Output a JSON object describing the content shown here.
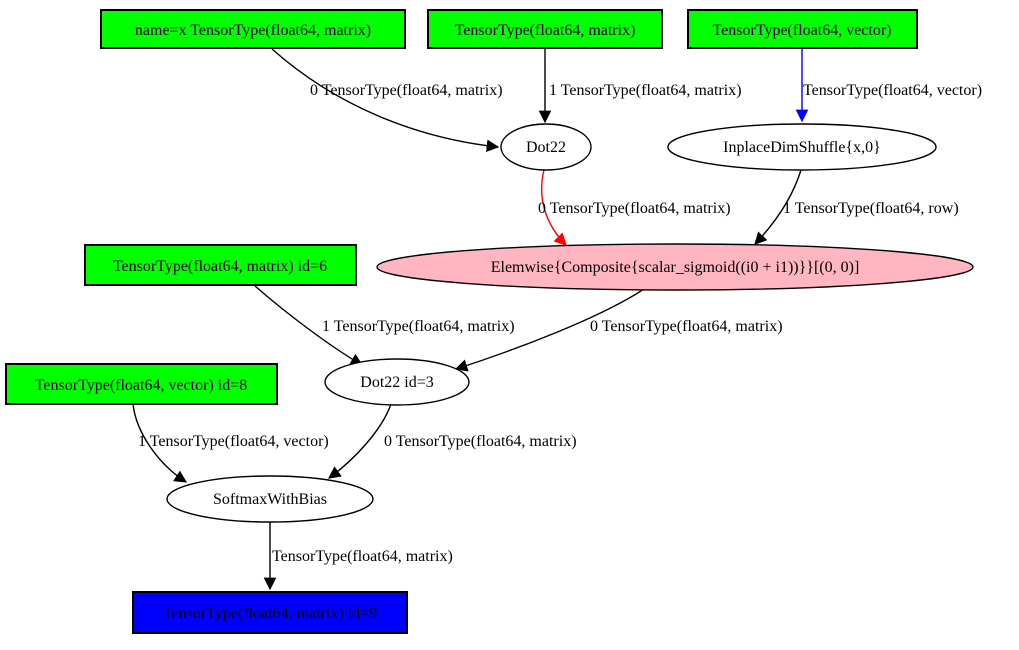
{
  "diagram": {
    "title": "theano-computation-graph",
    "nodes": {
      "input_x": {
        "label": "name=x TensorType(float64, matrix)"
      },
      "input_w": {
        "label": "TensorType(float64, matrix)"
      },
      "input_b": {
        "label": "TensorType(float64, vector)"
      },
      "dot22": {
        "label": "Dot22"
      },
      "dimshuffle": {
        "label": "InplaceDimShuffle{x,0}"
      },
      "elemwise": {
        "label": "Elemwise{Composite{scalar_sigmoid((i0 + i1))}}[(0, 0)]"
      },
      "input_id6": {
        "label": "TensorType(float64, matrix) id=6"
      },
      "dot22_id3": {
        "label": "Dot22 id=3"
      },
      "input_id8": {
        "label": "TensorType(float64, vector) id=8"
      },
      "softmax": {
        "label": "SoftmaxWithBias"
      },
      "output_id9": {
        "label": "TensorType(float64, matrix) id=9"
      }
    },
    "edge_labels": {
      "e1": "0 TensorType(float64, matrix)",
      "e2": "1 TensorType(float64, matrix)",
      "e3": "TensorType(float64, vector)",
      "e4": "0 TensorType(float64, matrix)",
      "e5": "1 TensorType(float64, row)",
      "e6": "0 TensorType(float64, matrix)",
      "e7": "1 TensorType(float64, matrix)",
      "e8": "1 TensorType(float64, vector)",
      "e9": "0 TensorType(float64, matrix)",
      "e10": "TensorType(float64, matrix)"
    },
    "colors": {
      "input_fill": "#00ff00",
      "op_fill": "#ffffff",
      "elemwise_fill": "#ffb6c1",
      "output_fill": "#0000ff",
      "edge_black": "#000000",
      "edge_red": "#ff0000",
      "edge_blue": "#0000ff"
    }
  }
}
